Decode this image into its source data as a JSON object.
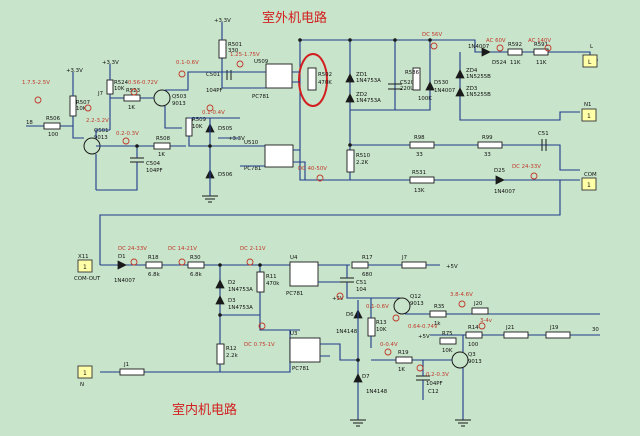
{
  "titles": {
    "outdoor": "室外机电路",
    "indoor": "室内机电路"
  },
  "labels": {
    "v33_a": "+3.3V",
    "v33_b": "+3.3V",
    "v33_c": "+3.3V",
    "v33_d": "+3.3V",
    "r501": "R501",
    "r501v": "330",
    "u509": "U509",
    "pc781_1": "PC781",
    "pc781_2": "PC781",
    "pc781_3": "PC781",
    "pc781_4": "PC781",
    "c501": "C501",
    "c501v": "104PF",
    "r502": "R502",
    "r502v": "470K",
    "zd1": "ZD1",
    "zd1v": "1N4753A",
    "zd2": "ZD2",
    "zd2v": "1N4753A",
    "c520": "C520",
    "c520v": "220UF",
    "r586": "R586",
    "r586v": "100K",
    "d530": "D530",
    "d530v": "1N4007",
    "d524": "D524",
    "d524v": "1N4007",
    "r592": "R592",
    "r592v": "11K",
    "r591": "R591",
    "r591v": "11K",
    "zd4": "ZD4",
    "zd4v": "1N5255B",
    "zd3": "ZD3",
    "zd3v": "1N5255B",
    "l": "L",
    "n1": "N1",
    "com": "COM",
    "n": "N",
    "r98": "R98",
    "r98v": "33",
    "r99": "R99",
    "r99v": "33",
    "c51top": "C51",
    "r510": "R510",
    "r510v": "2.2K",
    "r531": "R531",
    "r531v": "13K",
    "d25": "D25",
    "d25v": "1N4007",
    "r507": "R507",
    "r507v": "10K",
    "r506": "R506",
    "r506v": "100",
    "n18": "18",
    "q501": "Q501",
    "q501v": "9013",
    "r524": "R524",
    "r524v": "10K",
    "j7top": "J7",
    "r523": "R523",
    "r523v": "1K",
    "q503": "Q503",
    "q503v": "9013",
    "r509": "R509",
    "r509v": "10K",
    "d505": "D505",
    "d506": "D506",
    "u510": "U510",
    "r508": "R508",
    "r508v": "1K",
    "c504": "C504",
    "c504v": "104PF",
    "x11": "X11",
    "comout": "COM-OUT",
    "d1": "D1",
    "d1v": "1N4007",
    "r18": "R18",
    "r18v": "6.8k",
    "r30": "R30",
    "r30v": "6.8k",
    "r11": "R11",
    "r11v": "470k",
    "d2": "D2",
    "d2v": "1N4753A",
    "d3": "D3",
    "d3v": "1N4753A",
    "r12": "R12",
    "r12v": "2.2k",
    "u4": "U4",
    "u3": "U3",
    "r17": "R17",
    "r17v": "680",
    "j7bot": "J7",
    "p5v": "+5V",
    "p5vb": "+5V",
    "p5vc": "+5V",
    "c51bot": "C51",
    "c51botv": "104",
    "q12": "Q12",
    "q12v": "9013",
    "d6": "D6",
    "d6v": "1N4148",
    "r13": "R13",
    "r13v": "10K",
    "r35": "R35",
    "r35v": "1k",
    "j20": "J20",
    "r75": "R75",
    "r75v": "10K",
    "r14": "R14",
    "r14v": "100",
    "j21": "J21",
    "j19": "J19",
    "n30": "30",
    "r19": "R19",
    "r19v": "1K",
    "q3": "Q3",
    "q3v": "9013",
    "d7": "D7",
    "d7v": "1N4148",
    "c12": "C12",
    "c12v": "104PF",
    "j1": "J1",
    "connL": "L",
    "connN1": "1",
    "connCOM": "1",
    "connX11": "1",
    "connN": "1"
  },
  "measurements": {
    "m1": "1.7.5-2.5V",
    "m2": "2.2-3.2V",
    "m3": "0.56-0.72V",
    "m4": "0.1-0.6V",
    "m5": "1.25-1.75V",
    "m6": "0.2-0.3V",
    "m7": "0.1-0.4V",
    "m8": "DC 56V",
    "m9": "AC 60V",
    "m10": "AC 140V",
    "m11": "DC 40-50V",
    "m12": "DC 24-33V",
    "m13": "DC 24-33V",
    "m14": "DC 14-21V",
    "m15": "DC 2-11V",
    "m16": "DC 0.75-1V",
    "m17": "0.1-0.6V",
    "m18": "0.64-0.74V",
    "m19": "3.8-4.6V",
    "m20": "3-4v",
    "m21": "0-0.4V",
    "m22": "0.2-0.3V"
  }
}
